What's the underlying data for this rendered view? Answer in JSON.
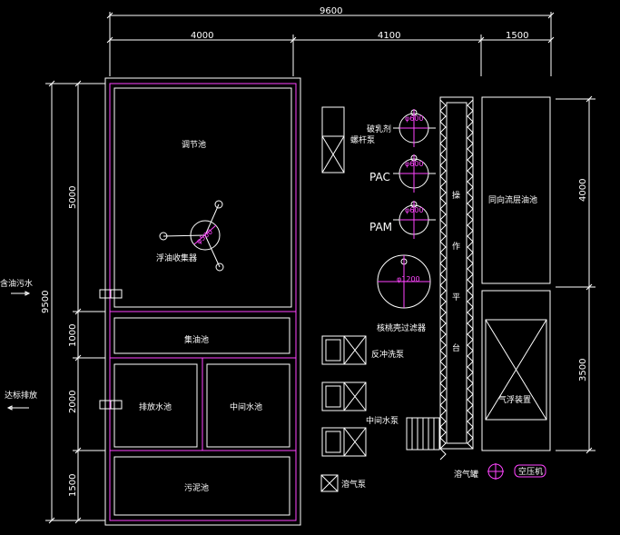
{
  "dimensions": {
    "total": "9600",
    "width_left": "4000",
    "width_middle": "4100",
    "width_right": "1500",
    "height_total": "9500",
    "height_regulating": "5000",
    "height_oil": "1000",
    "height_water": "2000",
    "height_sludge": "1500",
    "height_cleaning": "4000",
    "height_flotation": "3500"
  },
  "labels": {
    "regulating_tank": "调节池",
    "floating_oil_collector": "浮油收集器",
    "dia_500": "φ500",
    "oil_collection_tank": "集油池",
    "drain_water_tank": "排放水池",
    "intermediate_water_tank": "中间水池",
    "sludge_tank": "污泥池",
    "oily_wastewater_in": "含油污水",
    "discharge_standard": "达标排放",
    "demulsifier": "破乳剂",
    "screw_pump": "螺杆泵",
    "pac": "PAC",
    "pam": "PAM",
    "dia_600": "φ600",
    "dia_1200": "φ1200",
    "nutshell_filter": "核桃壳过滤器",
    "operating_platform": [
      "操",
      "作",
      "平",
      "台"
    ],
    "backwash_pump": "反冲洗泵",
    "intermediate_pump": "中间水泵",
    "dissolved_air_pump": "溶气泵",
    "dissolved_air_tank": "溶气罐",
    "air_compressor": "空压机",
    "co_current_flotation": "同向流层油池",
    "air_flotation_device": "气浮装置"
  }
}
